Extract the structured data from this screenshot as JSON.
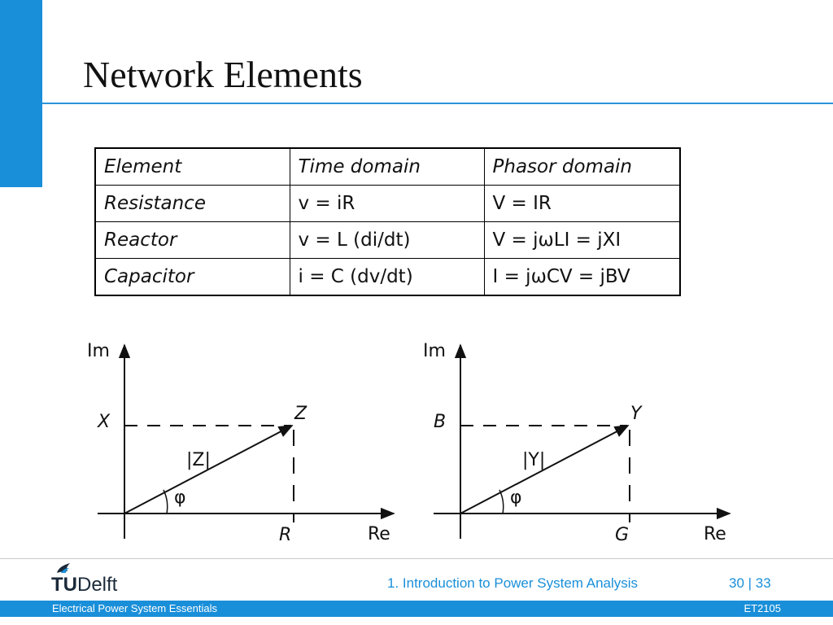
{
  "slide": {
    "title": "Network Elements"
  },
  "table": {
    "headers": [
      "Element",
      "Time domain",
      "Phasor domain"
    ],
    "rows": [
      [
        "Resistance",
        "v = iR",
        "V = IR"
      ],
      [
        "Reactor",
        "v = L (di/dt)",
        "V = jωLI = jXI"
      ],
      [
        "Capacitor",
        "i = C (dv/dt)",
        "I = jωCV = jBV"
      ]
    ]
  },
  "diagrams": [
    {
      "axis_im": "Im",
      "axis_re": "Re",
      "imag_label": "X",
      "real_label": "R",
      "vector_label": "Z",
      "magnitude_label": "|Z|",
      "angle_label": "φ"
    },
    {
      "axis_im": "Im",
      "axis_re": "Re",
      "imag_label": "B",
      "real_label": "G",
      "vector_label": "Y",
      "magnitude_label": "|Y|",
      "angle_label": "φ"
    }
  ],
  "footer": {
    "logo_tu": "TU",
    "logo_delft": "Delft",
    "chapter": "1. Introduction to Power System Analysis",
    "page": "30 | 33",
    "course": "Electrical Power System Essentials",
    "code": "ET2105"
  },
  "colors": {
    "accent": "#1a8fd9",
    "text": "#111111",
    "logo_dark": "#1b2a3a"
  }
}
